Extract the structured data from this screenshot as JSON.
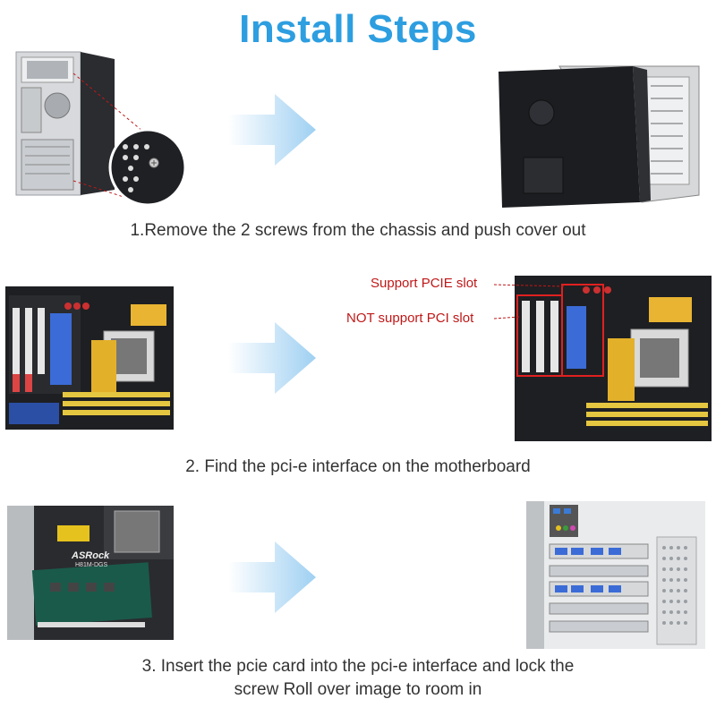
{
  "title": "Install Steps",
  "steps": [
    {
      "caption": "1.Remove the 2 screws from the chassis and push cover out"
    },
    {
      "caption": "2. Find the pci-e interface on the motherboard",
      "labels": {
        "pcie": "Support PCIE slot",
        "pci": "NOT support PCI slot"
      }
    },
    {
      "caption_line1": "3. Insert the pcie card into the pci-e interface and lock the",
      "caption_line2": "screw Roll over image to room in"
    }
  ],
  "motherboard_text": {
    "brand": "ASRock",
    "model": "H81M-DGS"
  },
  "colors": {
    "title": "#2d9ee0",
    "arrow": "#bfe0f6",
    "annotation": "#c01818"
  }
}
